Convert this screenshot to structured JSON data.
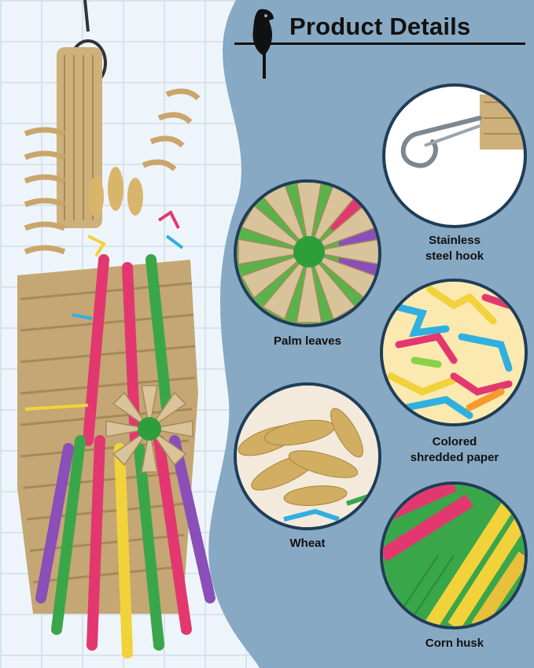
{
  "header": {
    "title": "Product Details",
    "logo_icon": "parrot-icon"
  },
  "features": [
    {
      "key": "hook",
      "label_line1": "Stainless",
      "label_line2": "steel hook",
      "icon": "steel-hook-image"
    },
    {
      "key": "palm",
      "label_line1": "Palm leaves",
      "label_line2": "",
      "icon": "palm-flower-image"
    },
    {
      "key": "paper",
      "label_line1": "Colored",
      "label_line2": "shredded paper",
      "icon": "shredded-paper-image"
    },
    {
      "key": "wheat",
      "label_line1": "Wheat",
      "label_line2": "",
      "icon": "wheat-image"
    },
    {
      "key": "corn",
      "label_line1": "Corn husk",
      "label_line2": "",
      "icon": "corn-husk-image"
    }
  ],
  "colors": {
    "panel_blue": "#88a9c4",
    "circle_border": "#1f3d57",
    "straw": "#c9ae78",
    "pink": "#e2386f",
    "green": "#3aa64a",
    "yellow": "#f1d23a",
    "purple": "#8a4fb8",
    "blue": "#2fb0e0"
  }
}
